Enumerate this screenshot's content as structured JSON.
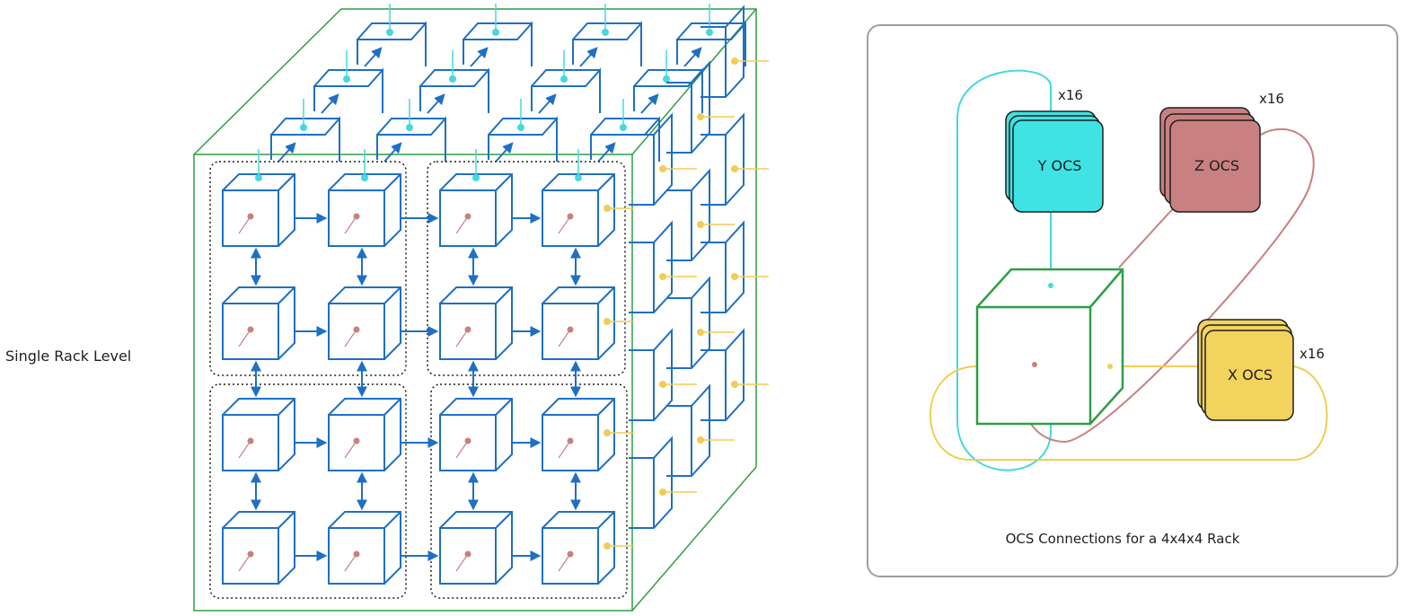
{
  "left_panel": {
    "label": "Single Rack Level"
  },
  "right_panel": {
    "caption": "OCS Connections for a 4x4x4 Rack",
    "switches": [
      {
        "key": "y",
        "label": "Y OCS",
        "count": "x16",
        "color": "#3fe3e3"
      },
      {
        "key": "z",
        "label": "Z OCS",
        "count": "x16",
        "color": "#c98080"
      },
      {
        "key": "x",
        "label": "X OCS",
        "count": "x16",
        "color": "#f2d35e"
      }
    ]
  },
  "colors": {
    "cube_stroke": "#1f6fc5",
    "rack_outline": "#2f9e44",
    "y_link": "#46d8de",
    "z_link": "#c98080",
    "x_link": "#f2cc57",
    "panel_border": "#9aa0a6"
  }
}
